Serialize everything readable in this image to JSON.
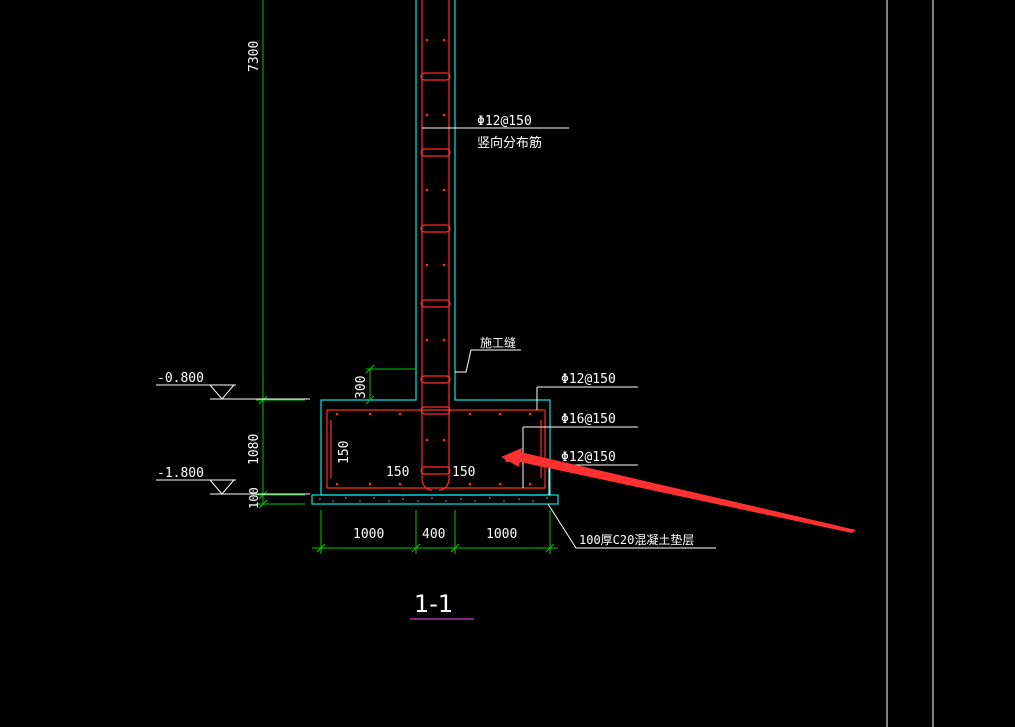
{
  "colors": {
    "background": "#000000",
    "concrete_outline": "#00e5e5",
    "rebar": "#ff2a2a",
    "dimension": "#00c800",
    "text": "#ffffff",
    "title_underline": "#d040d0",
    "annotation_arrow": "#ff3030"
  },
  "icons": {
    "level_marker": "level-triangle-icon",
    "annotation_arrow": "red-arrow-icon"
  },
  "labels": {
    "wall_rebar_spec": "Φ12@150",
    "wall_rebar_desc": "竖向分布筋",
    "construction_joint": "施工缝",
    "footing_top_rebar": "Φ12@150",
    "footing_mid_rebar": "Φ16@150",
    "footing_bottom_rebar": "Φ12@150",
    "cushion_layer": "100厚C20混凝土垫层"
  },
  "elevations": {
    "upper": "-0.800",
    "lower": "-1.800"
  },
  "dimensions": {
    "wall_height": "7300",
    "upstand": "300",
    "footing_height": "1080",
    "cushion": "100",
    "inner_150_vertical": "150",
    "inner_150_left": "150",
    "inner_150_right": "150",
    "left_width": "1000",
    "wall_width": "400",
    "right_width": "1000"
  },
  "section_title": "1-1"
}
